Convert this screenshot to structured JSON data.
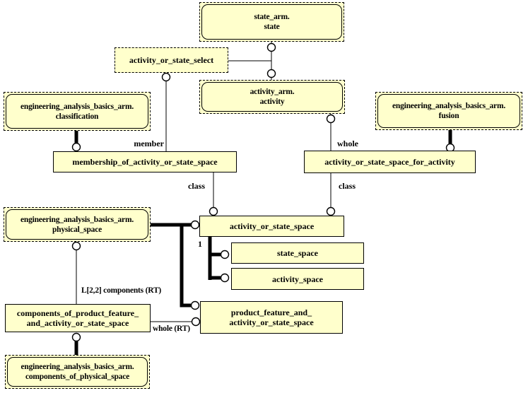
{
  "diagram": {
    "colors": {
      "box_fill": "#FFFFCC",
      "line_color": "#000000",
      "background": "#FFFFFF"
    },
    "boxes": {
      "state": {
        "line1": "state_arm.",
        "line2": "state"
      },
      "activity_or_state_select": {
        "label": "activity_or_state_select"
      },
      "activity": {
        "line1": "activity_arm.",
        "line2": "activity"
      },
      "classification": {
        "line1": "engineering_analysis_basics_arm.",
        "line2": "classification"
      },
      "fusion": {
        "line1": "engineering_analysis_basics_arm.",
        "line2": "fusion"
      },
      "membership": {
        "label": "membership_of_activity_or_state_space"
      },
      "for_activity": {
        "label": "activity_or_state_space_for_activity"
      },
      "physical_space": {
        "line1": "engineering_analysis_basics_arm.",
        "line2": "physical_space"
      },
      "activity_or_state_space": {
        "label": "activity_or_state_space"
      },
      "state_space": {
        "label": "state_space"
      },
      "activity_space": {
        "label": "activity_space"
      },
      "components_of_product_feature": {
        "line1": "components_of_product_feature_",
        "line2": "and_activity_or_state_space"
      },
      "product_feature": {
        "line1": "product_feature_and_",
        "line2": "activity_or_state_space"
      },
      "components_of_physical_space": {
        "line1": "engineering_analysis_basics_arm.",
        "line2": "components_of_physical_space"
      }
    },
    "edge_labels": {
      "member": "member",
      "class_left": "class",
      "whole_right": "whole",
      "class_right": "class",
      "components_rt": "L[2,2] components (RT)",
      "whole_rt": "whole (RT)",
      "cardinality_one": "1"
    }
  }
}
